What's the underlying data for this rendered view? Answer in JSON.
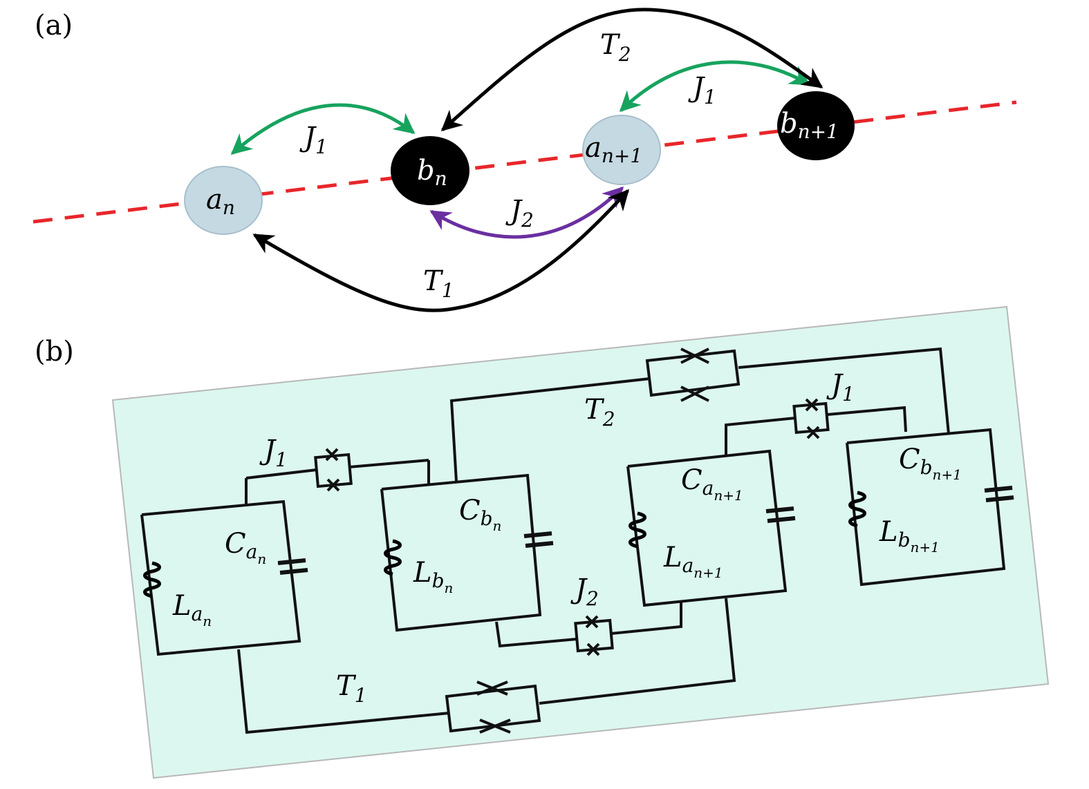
{
  "panel_a": {
    "label": "(a)",
    "nodes": [
      {
        "id": "a_n",
        "base": "a",
        "sub": "n"
      },
      {
        "id": "b_n",
        "base": "b",
        "sub": "n"
      },
      {
        "id": "a_n1",
        "base": "a",
        "sub": "n+1"
      },
      {
        "id": "b_n1",
        "base": "b",
        "sub": "n+1"
      }
    ],
    "couplings": [
      {
        "id": "J1_left",
        "base": "J",
        "sub": "1"
      },
      {
        "id": "J1_right",
        "base": "J",
        "sub": "1"
      },
      {
        "id": "J2",
        "base": "J",
        "sub": "2"
      },
      {
        "id": "T1",
        "base": "T",
        "sub": "1"
      },
      {
        "id": "T2",
        "base": "T",
        "sub": "2"
      }
    ],
    "colors": {
      "node_a_fill": "#c5d9e3",
      "node_b_fill": "#000000",
      "dashed_line": "#e8262a",
      "J1_arrow": "#17a35e",
      "J2_arrow": "#6a2fa0",
      "T_arrow": "#000000"
    }
  },
  "panel_b": {
    "label": "(b)",
    "background_color": "#dcf7ef",
    "labels": [
      {
        "id": "J1_left",
        "base": "J",
        "sub": "1"
      },
      {
        "id": "J1_right",
        "base": "J",
        "sub": "1"
      },
      {
        "id": "J2",
        "base": "J",
        "sub": "2"
      },
      {
        "id": "T1",
        "base": "T",
        "sub": "1"
      },
      {
        "id": "T2",
        "base": "T",
        "sub": "2"
      },
      {
        "id": "C_an",
        "base": "C",
        "sub": "a",
        "subsub": "n"
      },
      {
        "id": "L_an",
        "base": "L",
        "sub": "a",
        "subsub": "n"
      },
      {
        "id": "C_bn",
        "base": "C",
        "sub": "b",
        "subsub": "n"
      },
      {
        "id": "L_bn",
        "base": "L",
        "sub": "b",
        "subsub": "n"
      },
      {
        "id": "C_an1",
        "base": "C",
        "sub": "a",
        "subsub": "n+1"
      },
      {
        "id": "L_an1",
        "base": "L",
        "sub": "a",
        "subsub": "n+1"
      },
      {
        "id": "C_bn1",
        "base": "C",
        "sub": "b",
        "subsub": "n+1"
      },
      {
        "id": "L_bn1",
        "base": "L",
        "sub": "b",
        "subsub": "n+1"
      }
    ]
  }
}
